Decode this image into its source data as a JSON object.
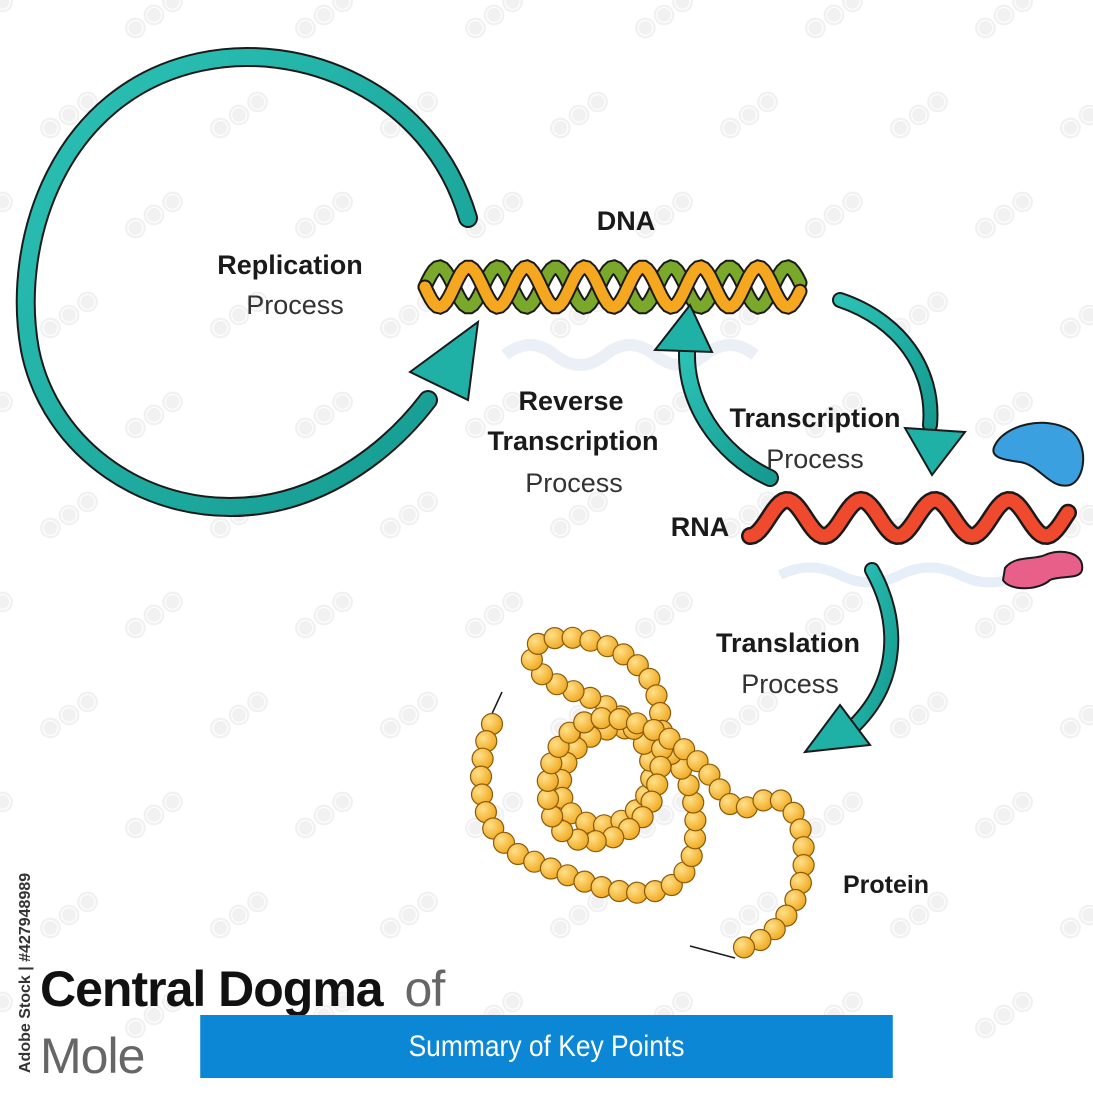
{
  "diagram": {
    "nodes": {
      "dna": "DNA",
      "rna": "RNA",
      "protein": "Protein"
    },
    "processes": {
      "replication": {
        "name": "Replication",
        "sub": "Process"
      },
      "reverse_transcription": {
        "name_line1": "Reverse",
        "name_line2": "Transcription",
        "sub": "Process"
      },
      "transcription": {
        "name": "Transcription",
        "sub": "Process"
      },
      "translation": {
        "name": "Translation",
        "sub": "Process"
      }
    },
    "title": {
      "bold": "Central Dogma",
      "light_of": "of",
      "line2": "Mole"
    }
  },
  "side_watermark": "Adobe Stock | #427948989",
  "banner": {
    "label": "Summary of Key Points"
  },
  "colors": {
    "arrow_teal": "#1fb0a6",
    "dna_orange": "#f5a81f",
    "dna_green": "#79a82a",
    "rna_red": "#f04a2e",
    "protein_yellow": "#f5b52c",
    "ribosome_blue": "#3aa0e0",
    "ribosome_pink": "#e8608a",
    "banner_blue": "#0b87d6"
  }
}
